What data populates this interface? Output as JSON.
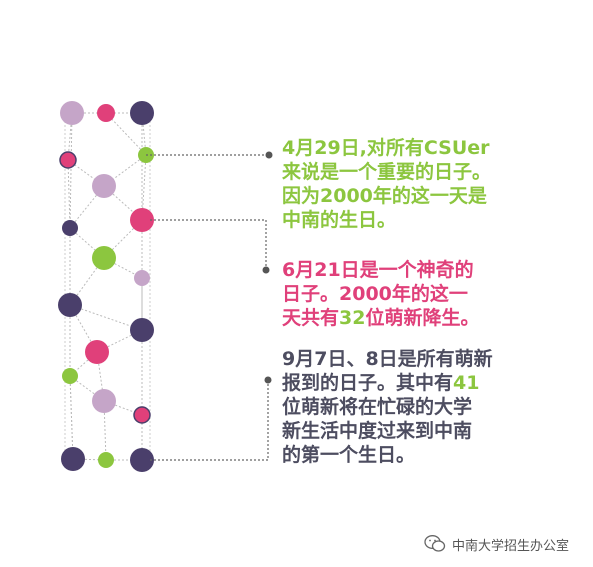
{
  "blocks": [
    {
      "lines": [
        "4月29日,对所有CSUer",
        "来说是一个重要的日子。",
        "因为2000年的这一天是",
        "中南的生日。"
      ]
    },
    {
      "line1": "6月21日是一个神奇的",
      "line2": "日子。2000年的这一",
      "line3_pre": "天共有",
      "line3_num": "32",
      "line3_post": "位萌新降生。"
    },
    {
      "line1": "9月7日、8日是所有萌新",
      "line2_pre": "报到的日子。其中有",
      "line2_num": "41",
      "line3": "位萌新将在忙碌的大学",
      "line4": "新生活中度过来到中南",
      "line5": "的第一个生日。"
    }
  ],
  "watermark": {
    "text": "中南大学招生办公室",
    "icon": "wechat-icon"
  },
  "colors": {
    "green": "#8cc63f",
    "pink": "#e0407a",
    "dark_purple": "#4a3f6b",
    "lilac": "#c5a5c8",
    "dark_text": "#4d4d60",
    "connector": "#666666"
  }
}
